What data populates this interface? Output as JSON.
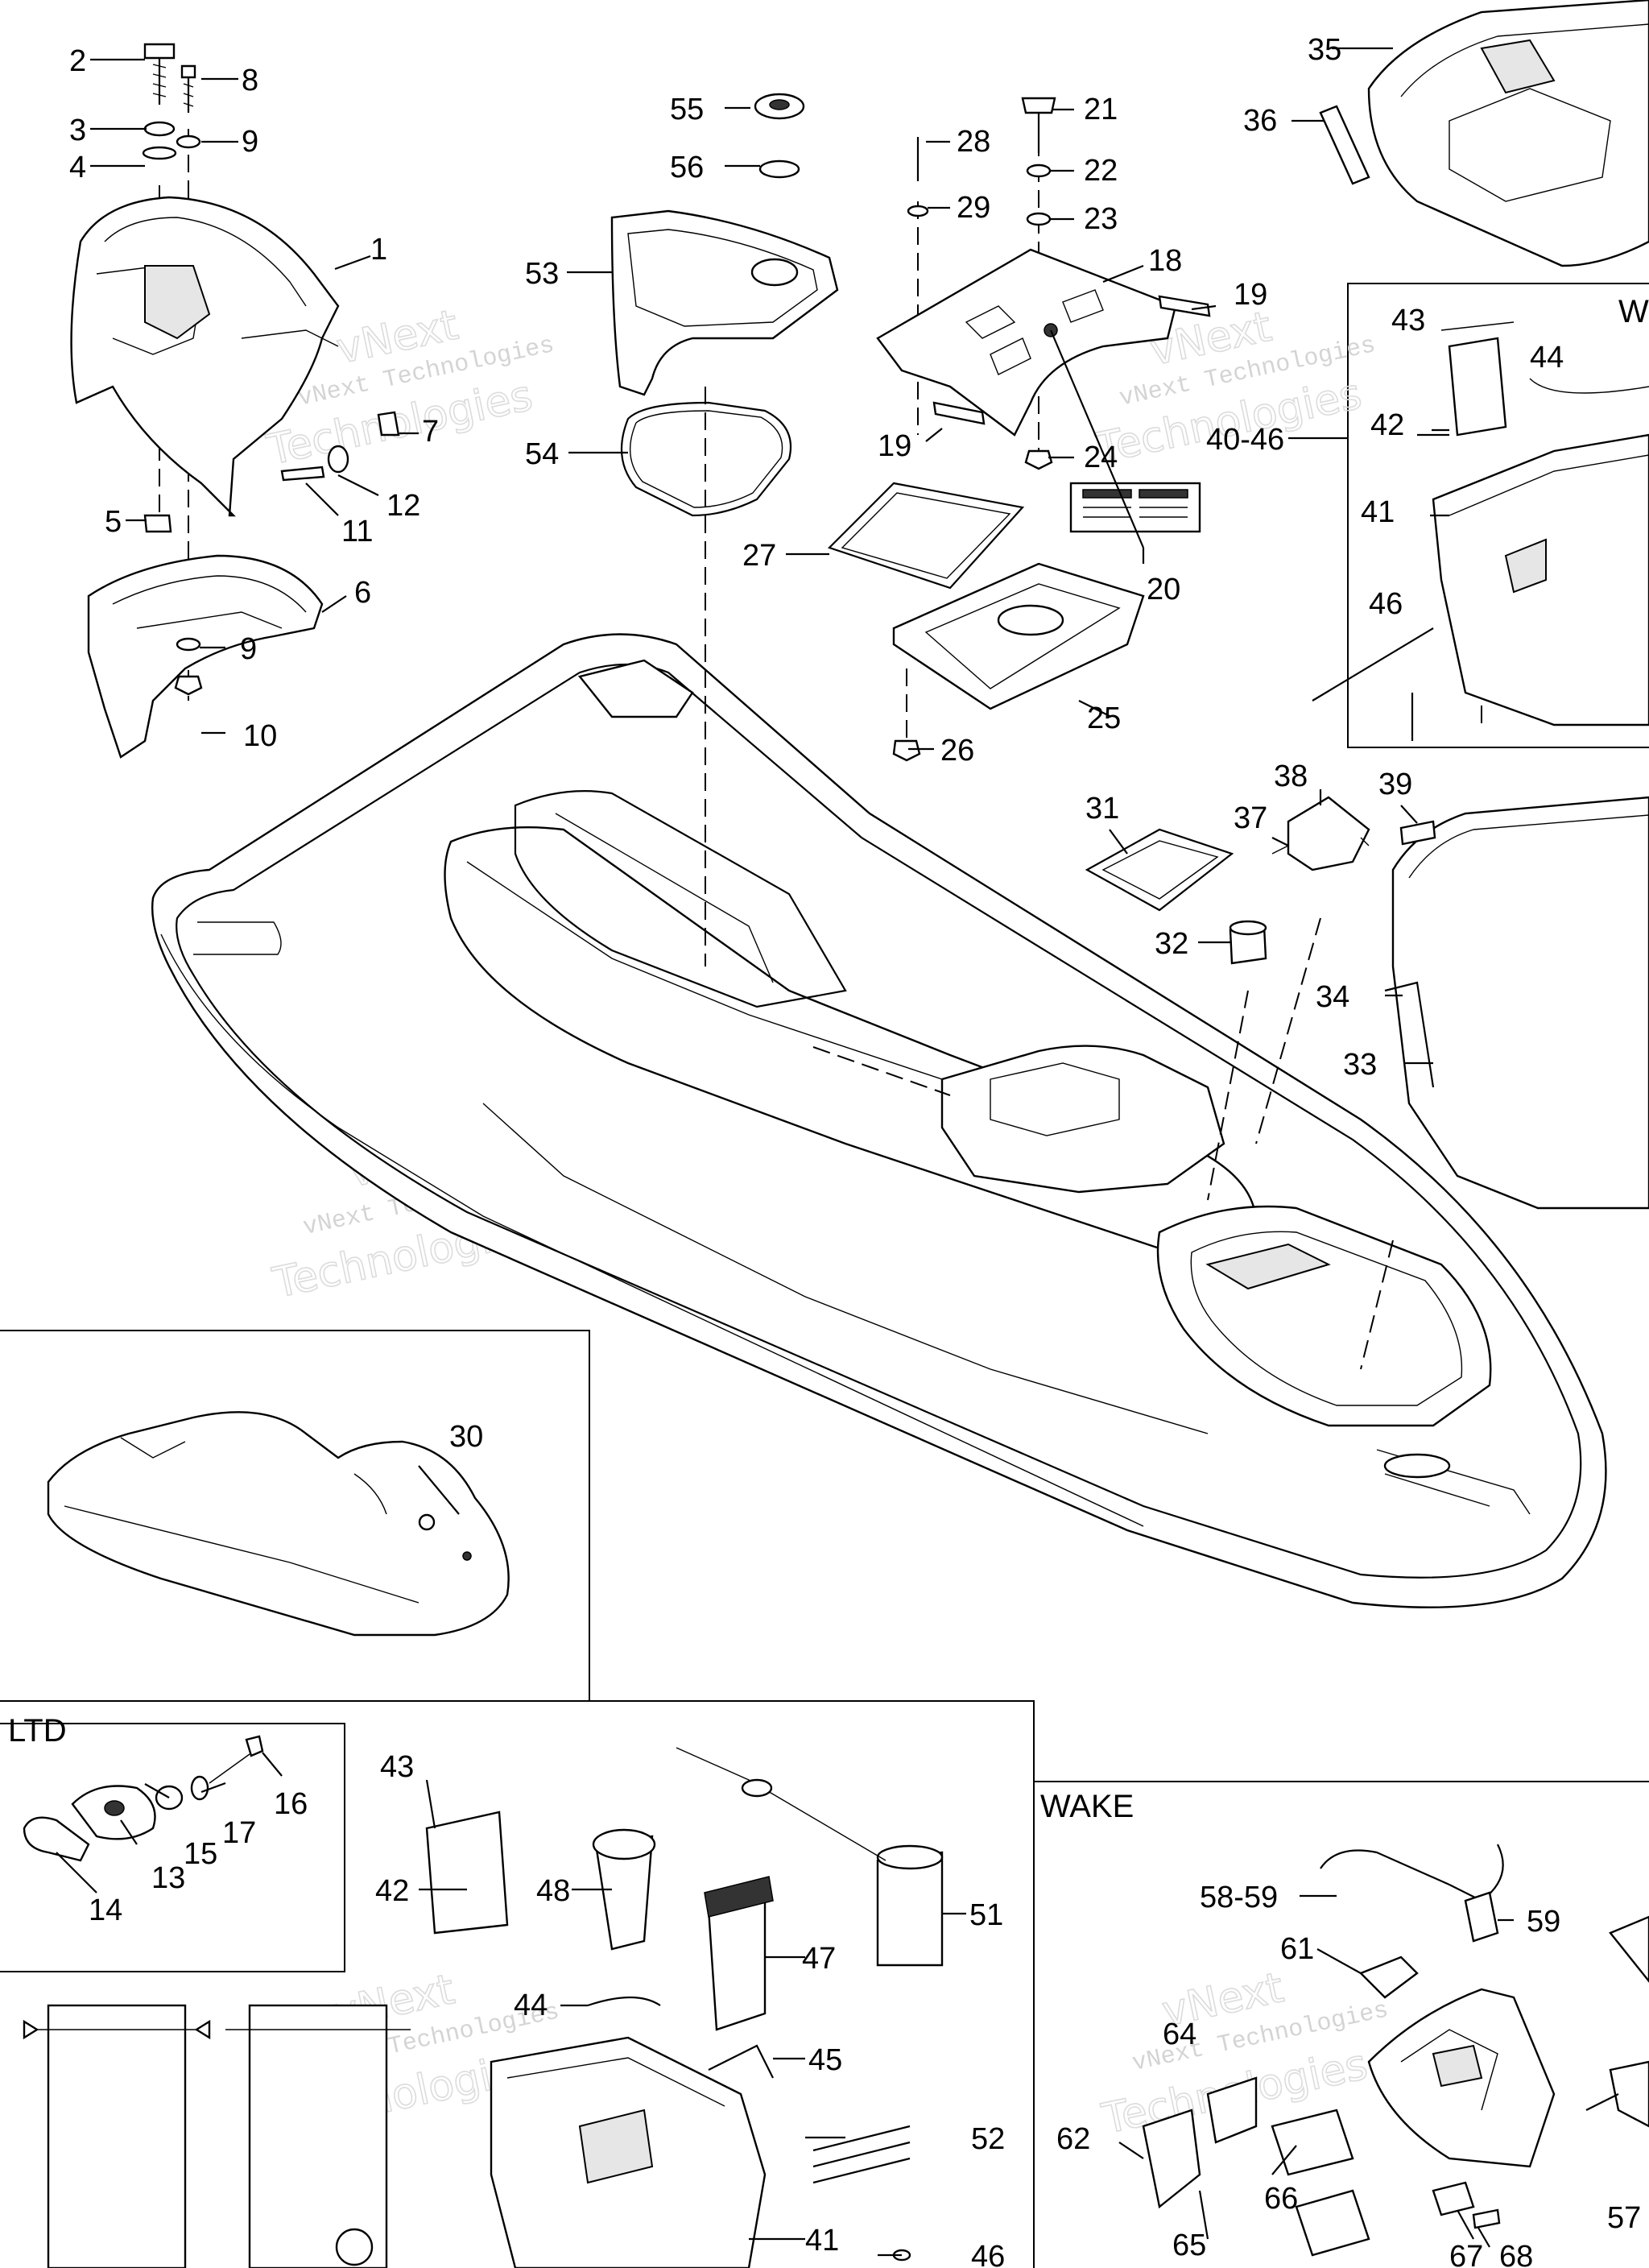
{
  "watermark": {
    "line1": "vNext",
    "line2": "vNext Technologies",
    "line3": "Technologies"
  },
  "sections": {
    "ltd": "LTD",
    "wake": "WAKE",
    "w_partial": "W"
  },
  "labels": {
    "p1": "1",
    "p2": "2",
    "p3": "3",
    "p4": "4",
    "p5": "5",
    "p6": "6",
    "p7": "7",
    "p8": "8",
    "p9a": "9",
    "p9b": "9",
    "p10": "10",
    "p11": "11",
    "p12": "12",
    "p13": "13",
    "p14": "14",
    "p15": "15",
    "p16": "16",
    "p17": "17",
    "p18": "18",
    "p19a": "19",
    "p19b": "19",
    "p20": "20",
    "p21": "21",
    "p22": "22",
    "p23": "23",
    "p24": "24",
    "p25": "25",
    "p26": "26",
    "p27": "27",
    "p28": "28",
    "p29": "29",
    "p30": "30",
    "p31": "31",
    "p32": "32",
    "p33": "33",
    "p34": "34",
    "p35": "35",
    "p36": "36",
    "p37": "37",
    "p38": "38",
    "p39": "39",
    "p40_46": "40-46",
    "p41a": "41",
    "p41b": "41",
    "p42a": "42",
    "p42b": "42",
    "p43a": "43",
    "p43b": "43",
    "p44a": "44",
    "p44b": "44",
    "p45": "45",
    "p46a": "46",
    "p46b": "46",
    "p47": "47",
    "p48": "48",
    "p51": "51",
    "p52": "52",
    "p53": "53",
    "p54": "54",
    "p55": "55",
    "p56": "56",
    "p57": "57",
    "p58_59": "58-59",
    "p59": "59",
    "p61": "61",
    "p62": "62",
    "p64": "64",
    "p65": "65",
    "p66": "66",
    "p67": "67",
    "p68": "68"
  }
}
